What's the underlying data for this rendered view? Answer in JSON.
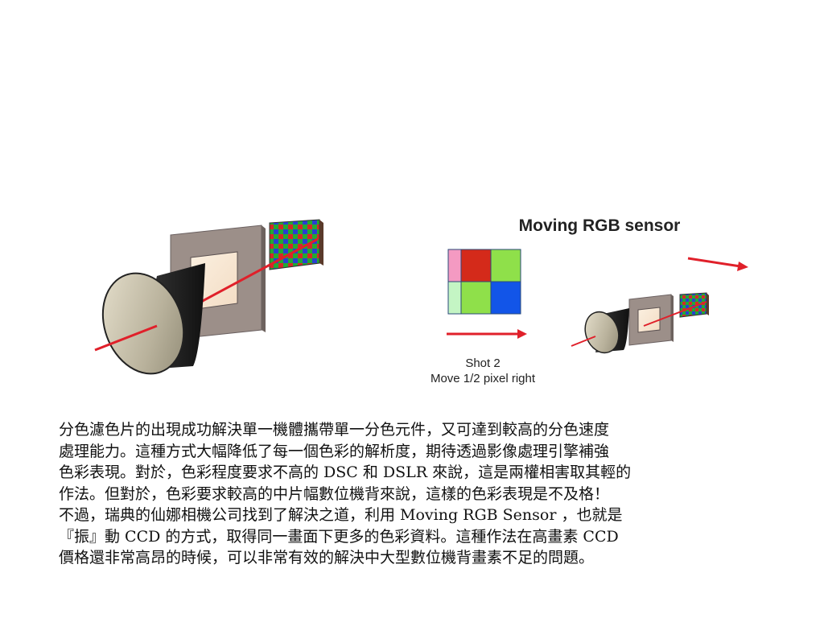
{
  "diagram": {
    "title": "Moving RGB sensor",
    "caption_line1": "Shot 2",
    "caption_line2": "Move 1/2 pixel right",
    "grid_colors": [
      "#f49ac2",
      "#d42a1a",
      "#8fe04a",
      "#c4f5c4",
      "#8fe04a",
      "#1255e8"
    ],
    "arrow_color": "#e0202a"
  },
  "body": {
    "lines": [
      "分色濾色片的出現成功解決單一機體攜帶單一分色元件，又可達到較高的分色速度",
      "處理能力。這種方式大幅降低了每一個色彩的解析度，期待透過影像處理引擎補強",
      "色彩表現。對於，色彩程度要求不高的 DSC 和 DSLR 來說，這是兩權相害取其輕的",
      "作法。但對於，色彩要求較高的中片幅數位機背來說，這樣的色彩表現是不及格！",
      "不過，瑞典的仙娜相機公司找到了解決之道，利用 Moving RGB Sensor ，也就是",
      "『振』動 CCD 的方式，取得同一畫面下更多的色彩資料。這種作法在高畫素 CCD",
      "價格還非常高昂的時候，可以非常有效的解決中大型數位機背畫素不足的問題。"
    ]
  }
}
